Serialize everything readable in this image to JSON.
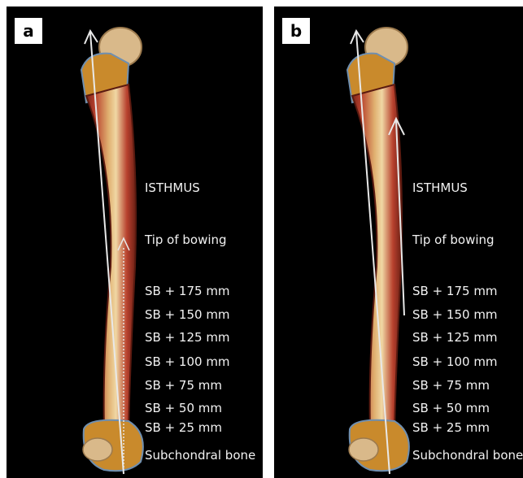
{
  "panels": [
    {
      "letter": "a",
      "labels": {
        "isthmus": "ISTHMUS",
        "tip": "Tip of bowing",
        "sb175": "SB + 175 mm",
        "sb150": "SB + 150 mm",
        "sb125": "SB + 125 mm",
        "sb100": "SB + 100 mm",
        "sb75": "SB + 75 mm",
        "sb50": "SB + 50 mm",
        "sb25": "SB + 25 mm",
        "subchondral": "Subchondral bone"
      }
    },
    {
      "letter": "b",
      "labels": {
        "isthmus": "ISTHMUS",
        "tip": "Tip of bowing",
        "sb175": "SB + 175 mm",
        "sb150": "SB + 150 mm",
        "sb125": "SB + 125 mm",
        "sb100": "SB + 100 mm",
        "sb75": "SB + 75 mm",
        "sb50": "SB + 50 mm",
        "sb25": "SB + 25 mm",
        "subchondral": "Subchondral bone"
      }
    }
  ],
  "colors": {
    "background": "#000000",
    "cortex": "#b8412e",
    "marrow": "#c98a2c",
    "cancellous": "#6f8fb0",
    "condyle": "#d9b98a",
    "axis_line": "#e8e8e8"
  }
}
